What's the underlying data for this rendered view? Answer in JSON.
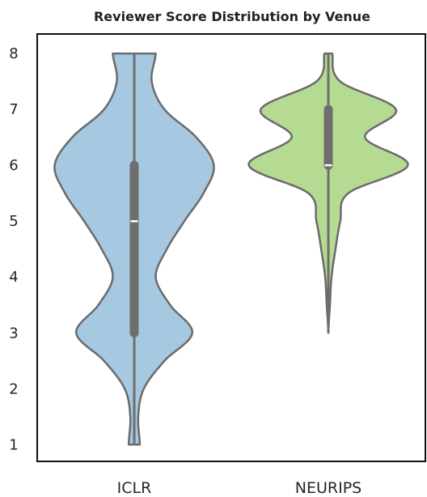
{
  "chart_data": {
    "type": "violin",
    "title": "Reviewer Score Distribution by Venue",
    "xlabel": "",
    "ylabel": "",
    "categories": [
      "ICLR",
      "NEURIPS"
    ],
    "ylim": [
      0.7,
      8.35
    ],
    "yticks": [
      1,
      2,
      3,
      4,
      5,
      6,
      7,
      8
    ],
    "grid": false,
    "colors": {
      "ICLR": "#a6c8e0",
      "NEURIPS": "#b5da92",
      "outline": "#6b6b6b",
      "box": "#6e6e6e",
      "median": "#ffffff"
    },
    "series": [
      {
        "name": "ICLR",
        "min": 1,
        "max": 8,
        "q1": 3,
        "median": 5,
        "q3": 6,
        "density": [
          [
            1,
            0.07
          ],
          [
            1.5,
            0.05
          ],
          [
            2,
            0.12
          ],
          [
            2.5,
            0.38
          ],
          [
            3,
            0.73
          ],
          [
            3.5,
            0.45
          ],
          [
            4,
            0.27
          ],
          [
            4.5,
            0.41
          ],
          [
            5,
            0.63
          ],
          [
            5.5,
            0.87
          ],
          [
            6,
            1.0
          ],
          [
            6.5,
            0.78
          ],
          [
            7,
            0.38
          ],
          [
            7.5,
            0.22
          ],
          [
            8,
            0.27
          ]
        ]
      },
      {
        "name": "NEURIPS",
        "min": 3,
        "max": 8,
        "q1": 6,
        "median": 6,
        "q3": 7,
        "density": [
          [
            3,
            0.0
          ],
          [
            3.5,
            0.02
          ],
          [
            4,
            0.04
          ],
          [
            4.5,
            0.09
          ],
          [
            5,
            0.15
          ],
          [
            5.5,
            0.25
          ],
          [
            6,
            1.0
          ],
          [
            6.5,
            0.46
          ],
          [
            7,
            0.85
          ],
          [
            7.5,
            0.15
          ],
          [
            8,
            0.05
          ]
        ]
      }
    ]
  }
}
